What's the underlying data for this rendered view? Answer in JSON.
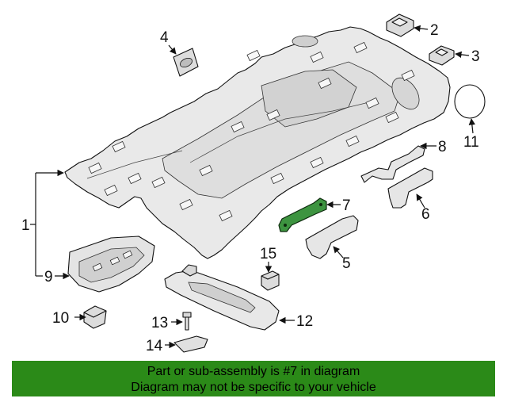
{
  "diagram": {
    "callouts": [
      "1",
      "2",
      "3",
      "4",
      "5",
      "6",
      "7",
      "8",
      "9",
      "10",
      "11",
      "12",
      "13",
      "14",
      "15"
    ],
    "highlight_color": "#3d9440"
  },
  "banner": {
    "line1": "Part or sub-assembly is #7 in diagram",
    "line2": "Diagram may not be specific to your vehicle",
    "background_color": "#2b8a18"
  }
}
